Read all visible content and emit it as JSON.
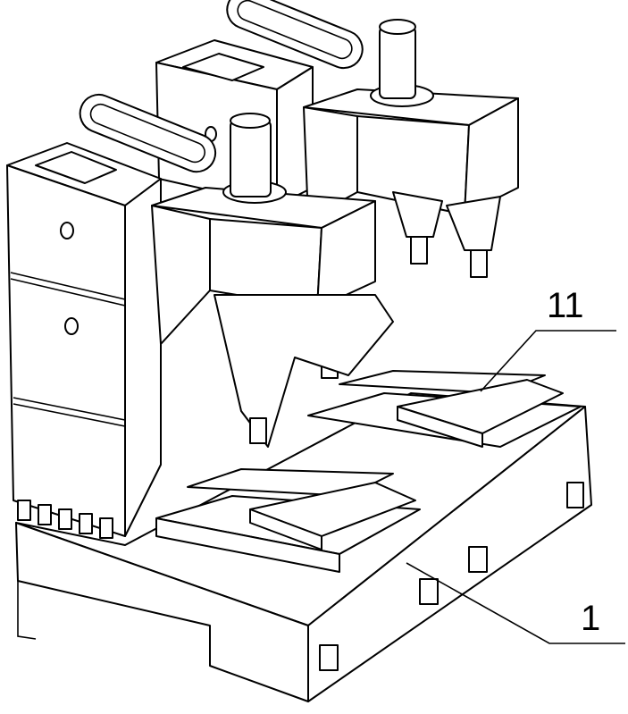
{
  "figure": {
    "labels": [
      {
        "id": "worktable",
        "text": "11"
      },
      {
        "id": "base",
        "text": "1"
      }
    ]
  }
}
